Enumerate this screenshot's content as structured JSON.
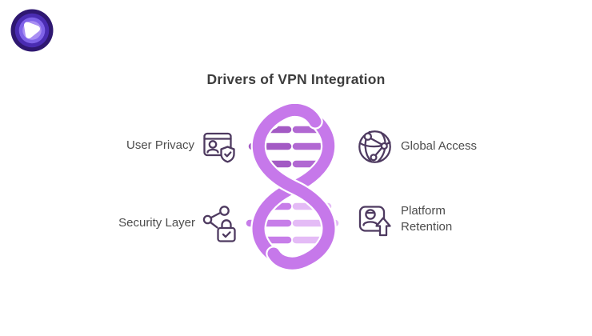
{
  "background": "#ffffff",
  "title": "Drivers of VPN Integration",
  "brand": {
    "logo_alt": "brand logo",
    "colors": {
      "outer": "#2f1871",
      "ring": "#4a2cb2",
      "inner_ring": "#7f63e8",
      "core": "#a98ff3",
      "mark": "#ffffff"
    }
  },
  "diagram": {
    "type": "dna-helix",
    "helix": {
      "strand_color": "#c678ea",
      "rung_colors": {
        "top_left": "#a35ac4",
        "top_right": "#b168d2",
        "bottom_left": "#c77de9",
        "bottom_right": "#e4bbf6"
      }
    },
    "items": [
      {
        "id": "user-privacy",
        "label": "User Privacy",
        "icon": "browser-user-shield-icon",
        "position": "top-left"
      },
      {
        "id": "global-access",
        "label": "Global Access",
        "icon": "globe-network-icon",
        "position": "top-right"
      },
      {
        "id": "security-layer",
        "label": "Security Layer",
        "icon": "share-nodes-lock-icon",
        "position": "bottom-left"
      },
      {
        "id": "platform-retention",
        "label": "Platform Retention",
        "icon": "user-badge-arrow-up-icon",
        "position": "bottom-right"
      }
    ]
  },
  "text_colors": {
    "title": "#3d3d3d",
    "label": "#4d4d4d"
  },
  "icon_stroke": "#4e3a60"
}
